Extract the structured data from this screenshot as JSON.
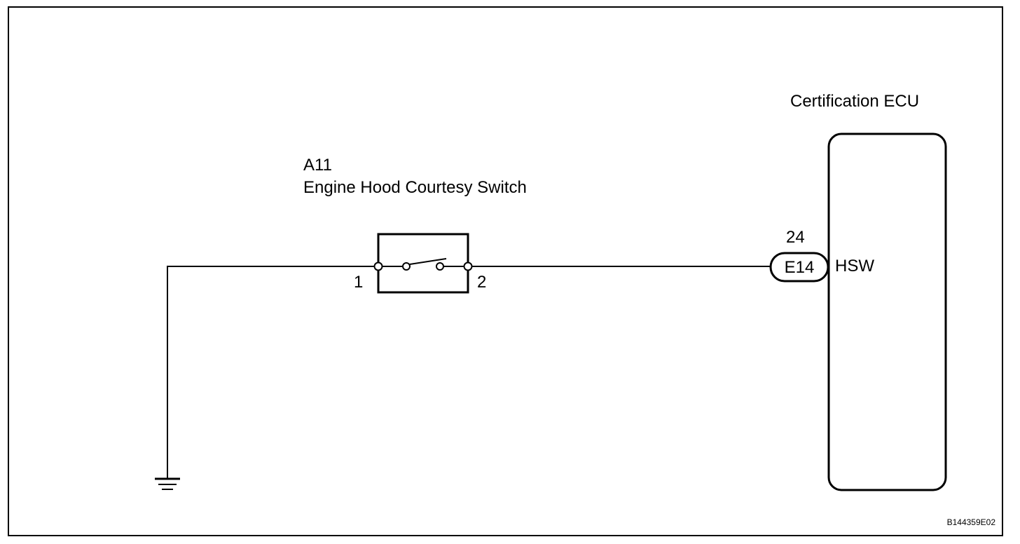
{
  "ecu": {
    "title": "Certification ECU",
    "terminal_number": "24",
    "connector": "E14",
    "pin_name": "HSW"
  },
  "switch": {
    "code": "A11",
    "name": "Engine Hood Courtesy Switch",
    "pin_left": "1",
    "pin_right": "2"
  },
  "figure_id": "B144359E02",
  "colors": {
    "line": "#000000",
    "background": "#ffffff"
  }
}
